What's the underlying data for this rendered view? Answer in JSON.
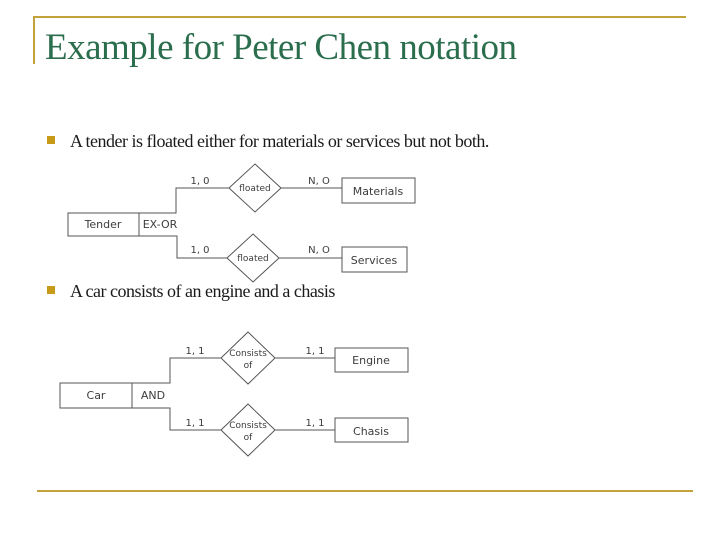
{
  "slide": {
    "title": "Example for Peter Chen notation",
    "bullets": [
      "A tender is floated either for materials or services but not both.",
      "A car consists of an engine and a chasis"
    ]
  },
  "colors": {
    "accent_gold": "#C2A33B",
    "bullet_gold": "#C79A18",
    "title_green": "#2B6E4E",
    "body_text": "#1A1A1A",
    "diagram_line": "#555555",
    "diagram_text": "#3C3C3C"
  },
  "diagram_tender": {
    "entity": "Tender",
    "gate": "EX-OR",
    "top": {
      "left_card": "1, 0",
      "rel": "floated",
      "right_card": "N, O",
      "entity": "Materials"
    },
    "bottom": {
      "left_card": "1, 0",
      "rel": "floated",
      "right_card": "N, O",
      "entity": "Services"
    }
  },
  "diagram_car": {
    "entity": "Car",
    "gate": "AND",
    "top": {
      "left_card": "1, 1",
      "rel_line1": "Consists",
      "rel_line2": "of",
      "right_card": "1, 1",
      "entity": "Engine"
    },
    "bottom": {
      "left_card": "1, 1",
      "rel_line1": "Consists",
      "rel_line2": "of",
      "right_card": "1, 1",
      "entity": "Chasis"
    }
  }
}
